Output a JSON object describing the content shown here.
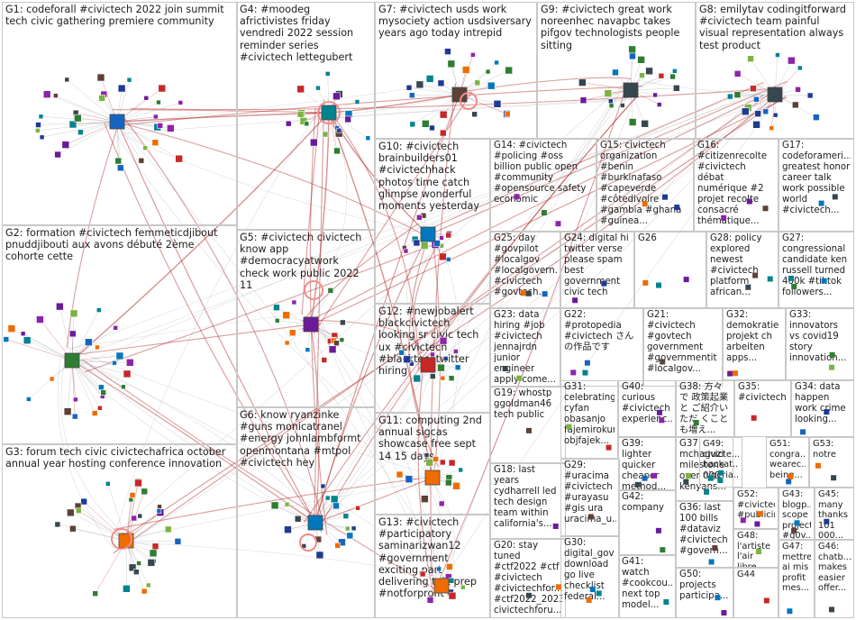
{
  "graph": {
    "panels": [
      {
        "id": "g1",
        "label": "G1: codeforall #civictech 2022 join summit tech civic gathering premiere community"
      },
      {
        "id": "g2",
        "label": "G2: formation #civictech femmeticdjibout pnuddjibouti aux avons débuté 2ème cohorte cette"
      },
      {
        "id": "g3",
        "label": "G3: forum tech civic civictechafrica october annual year hosting conference innovation"
      },
      {
        "id": "g4",
        "label": "G4: #moodeg africtivistes friday vendredi 2022 session reminder series #civictech lettegubert"
      },
      {
        "id": "g5",
        "label": "G5: #civictech civictech know app #democracyatwork check work public 2022 11"
      },
      {
        "id": "g6",
        "label": "G6: know ryanzinke #guns monicatranel #energy johnlambformt openmontana #mtpol #civictech hey"
      },
      {
        "id": "g7",
        "label": "G7: #civictech usds work mysociety action usdsiversary years ago today intrepid"
      },
      {
        "id": "g8",
        "label": "G8: emilytav codingitforward #civictech team painful visual representation always test product"
      },
      {
        "id": "g9",
        "label": "G9: #civictech great work noreenhec navapbc takes pifgov technologists people sitting"
      },
      {
        "id": "g10",
        "label": "G10: #civictech brainbuilders01 #civictechhack photos time catch glimpse wonderful moments yesterday"
      },
      {
        "id": "g11",
        "label": "G11: computing 2nd annual sigcas showcase free sept 14 15 days"
      },
      {
        "id": "g12",
        "label": "G12: #newjobalert blackcivictech looking sr civic tech ux #civictech #blacktechtwitter hiring"
      },
      {
        "id": "g13",
        "label": "G13: #civictech #participatory saminarizwan12 #government exciting part delivering talk prep #notforprofit"
      },
      {
        "id": "g14",
        "label": "G14: #civictech #policing #oss billion public open #community #opensource safety economic"
      },
      {
        "id": "g15",
        "label": "G15: civictech organization #benin #burkinafaso #capeverde #côtedivoire #gambia #ghana #guinea..."
      },
      {
        "id": "g16",
        "label": "G16: #citizenrecolte #civictech débat numérique #2 projet recolte consacré thématique..."
      },
      {
        "id": "g17",
        "label": "G17: codeforameri... greatest honor career talk work possible world #civictech..."
      },
      {
        "id": "g18",
        "label": "G18: last years cydharrell led tech design team within california's..."
      },
      {
        "id": "g19",
        "label": "G19: whostp ggoldman46 tech public"
      },
      {
        "id": "g20",
        "label": "G20: stay tuned #ctf2022 #ctf #civictech #civictechfor... #ctf2022_2023 civictechforu..."
      },
      {
        "id": "g21",
        "label": "G21: #civictech #govtech government #governmentit #localgov..."
      },
      {
        "id": "g22",
        "label": "G22: #protopedia #civictech さんの作品です"
      },
      {
        "id": "g23",
        "label": "G23: data hiring #job #civictech jennajrdn junior engineer apply come..."
      },
      {
        "id": "g24",
        "label": "G24: digital hi twitter verse please spam best government civic tech"
      },
      {
        "id": "g25",
        "label": "G25: day #govpilot #localgov #localgovern... #civictech #govtech..."
      },
      {
        "id": "g26",
        "label": "G26"
      },
      {
        "id": "g27",
        "label": "G27: congressional candidate ken russell turned 400k #tiktok followers..."
      },
      {
        "id": "g28",
        "label": "G28: policy explored newest #civictech platform african..."
      },
      {
        "id": "g29",
        "label": "G29: #uracima #civictech #urayasu #gis ura uracima_u..."
      },
      {
        "id": "g30",
        "label": "G30: digital_gov download go live checklist federal..."
      },
      {
        "id": "g31",
        "label": "G31: celebrating cyfan obasanjo fajemirokun objfajek..."
      },
      {
        "id": "g32",
        "label": "G32: demokratie projekt ch arbeiten apps..."
      },
      {
        "id": "g33",
        "label": "G33: innovators vs covid19 story innovation..."
      },
      {
        "id": "g34",
        "label": "G34: data happen work crime looking..."
      },
      {
        "id": "g35",
        "label": "G35: #civictech"
      },
      {
        "id": "g36",
        "label": "G36: last 100 bills #dataviz #civictech #govern..."
      },
      {
        "id": "g37",
        "label": "G37: mchaguzi milestone over 000 kenyans..."
      },
      {
        "id": "g38",
        "label": "G38: 方々で 政策起業 と ご紹介いただ くことも増え..."
      },
      {
        "id": "g39",
        "label": "G39: lighter quicker cheaper method..."
      },
      {
        "id": "g40",
        "label": "G40: curious #civictech experienc..."
      },
      {
        "id": "g41",
        "label": "G41: watch #cookcou... next top model..."
      },
      {
        "id": "g42",
        "label": "G42: company"
      },
      {
        "id": "g43",
        "label": "G43: blogp... scope project #g0v..."
      },
      {
        "id": "g44",
        "label": "G44"
      },
      {
        "id": "g45",
        "label": "G45: many thanks 101 000..."
      },
      {
        "id": "g46",
        "label": "G46: chatb... makes easier offer..."
      },
      {
        "id": "g47",
        "label": "G47: mettre ai mis profit mes..."
      },
      {
        "id": "g48",
        "label": "G48: l'artiste l'air libre..."
      },
      {
        "id": "g49",
        "label": "G49: civicte... hackat... nigeria..."
      },
      {
        "id": "g50",
        "label": "G50: projects participa..."
      },
      {
        "id": "g51",
        "label": "G51: congra... wearec... being..."
      },
      {
        "id": "g52",
        "label": "G52: #civictech #publicint..."
      },
      {
        "id": "g53",
        "label": "G53: notre"
      }
    ],
    "colors": {
      "edge_gray": "#9aa0a6",
      "edge_red": "#b22222",
      "edge_pink": "#f28c8c",
      "panel_border": "#c8c8c8",
      "node_palette": [
        "#1f3a93",
        "#2e7d32",
        "#1565c0",
        "#6a1b9a",
        "#c62828",
        "#00838f",
        "#ef6c00",
        "#37474f",
        "#7cb342",
        "#8e24aa",
        "#0277bd",
        "#5d4037"
      ]
    }
  }
}
